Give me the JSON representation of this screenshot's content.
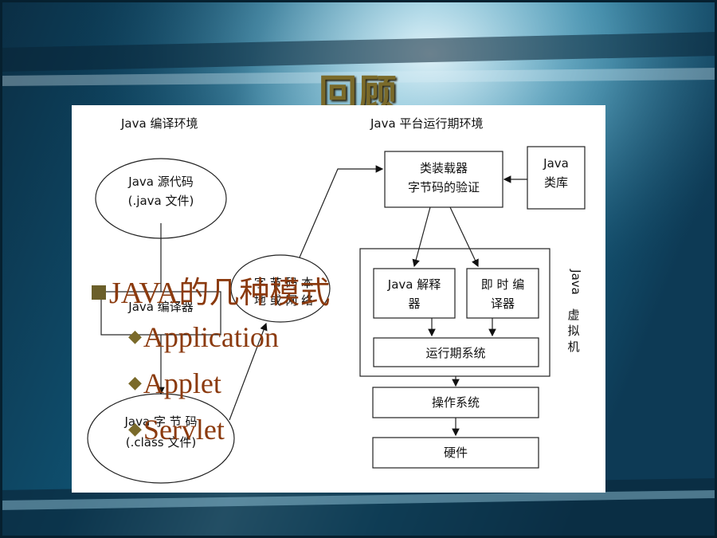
{
  "slide": {
    "title": "回顾",
    "bullets": {
      "heading": "JAVA的几种模式",
      "items": [
        "Application",
        "Applet",
        "Servlet"
      ]
    }
  },
  "diagram": {
    "compile_env_label": "Java 编译环境",
    "runtime_env_label": "Java 平台运行期环境",
    "source_line1": "Java  源代码",
    "source_line2": "(.java 文件)",
    "compiler_label": "Java 编译器",
    "bytecode_line1": "Java   字 节 码",
    "bytecode_line2": "(.class 文件)",
    "transfer_line1": "字 节 码 本",
    "transfer_line2": "地 或 网 络",
    "loader_line1": "类装载器",
    "loader_line2": "字节码的验证",
    "libs_line1": "Java",
    "libs_line2": "类库",
    "interpreter_line1": "Java 解释",
    "interpreter_line2": "器",
    "jit_line1": "即 时 编",
    "jit_line2": "译器",
    "runtime_system": "运行期系统",
    "os": "操作系统",
    "hardware": "硬件",
    "jvm_label": [
      "Java",
      "虚",
      "拟",
      "机"
    ]
  }
}
